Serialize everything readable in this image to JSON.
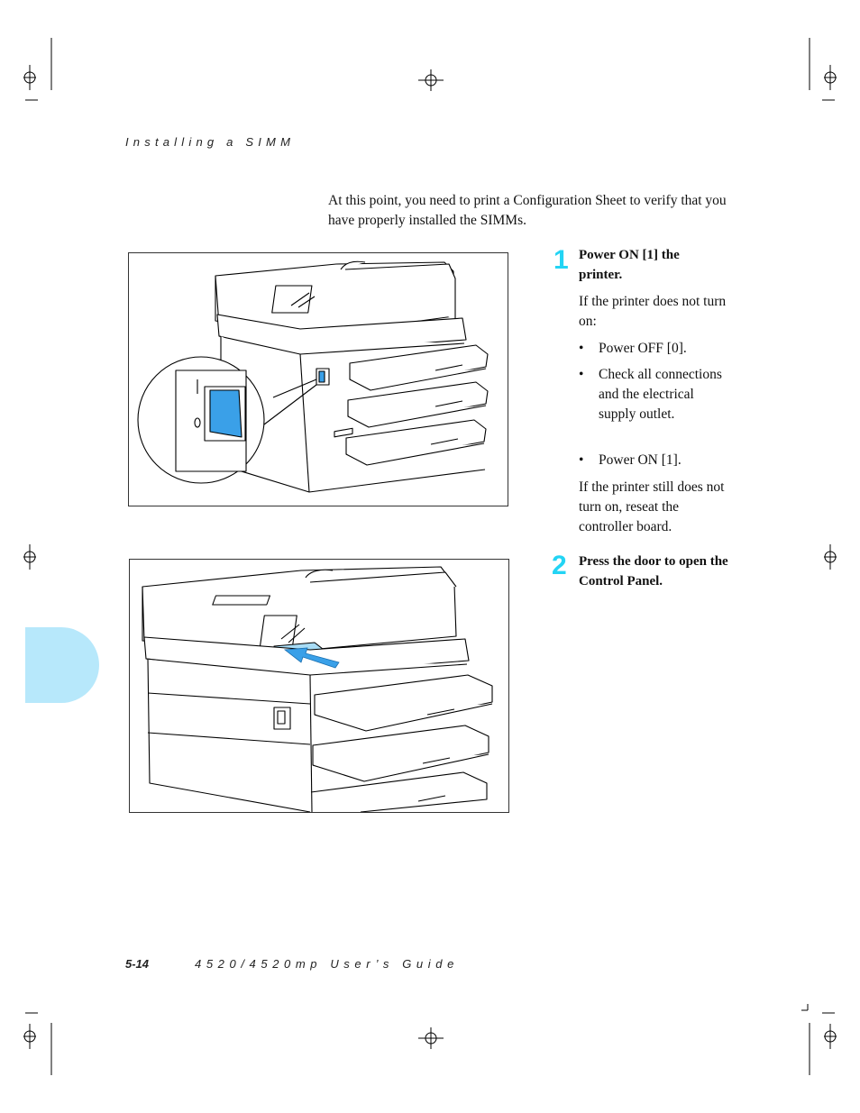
{
  "header": {
    "running_head": "Installing a SIMM"
  },
  "intro": {
    "text": "At this point, you need to print a Configuration Sheet to verify that you have properly installed the SIMMs."
  },
  "steps": [
    {
      "number": "1",
      "title": "Power ON [1] the printer.",
      "paragraph_before": "If the printer does not turn on:",
      "bullets": [
        "Power OFF [0].",
        "Check all connections and the electrical supply outlet.",
        "Power ON [1]."
      ],
      "paragraph_after": "If the printer still does not turn on, reseat the controller board."
    },
    {
      "number": "2",
      "title": "Press the door to open the Control Panel."
    }
  ],
  "bullet_symbol": "•",
  "footer": {
    "page_number": "5-14",
    "guide_title": "4520/4520mp User’s Guide"
  },
  "colors": {
    "accent_cyan": "#23d4f4",
    "tab_blue": "#b7e8fb",
    "highlight_blue": "#3aa0e8"
  },
  "icons": {
    "registration": "crosshair-registration-mark"
  }
}
